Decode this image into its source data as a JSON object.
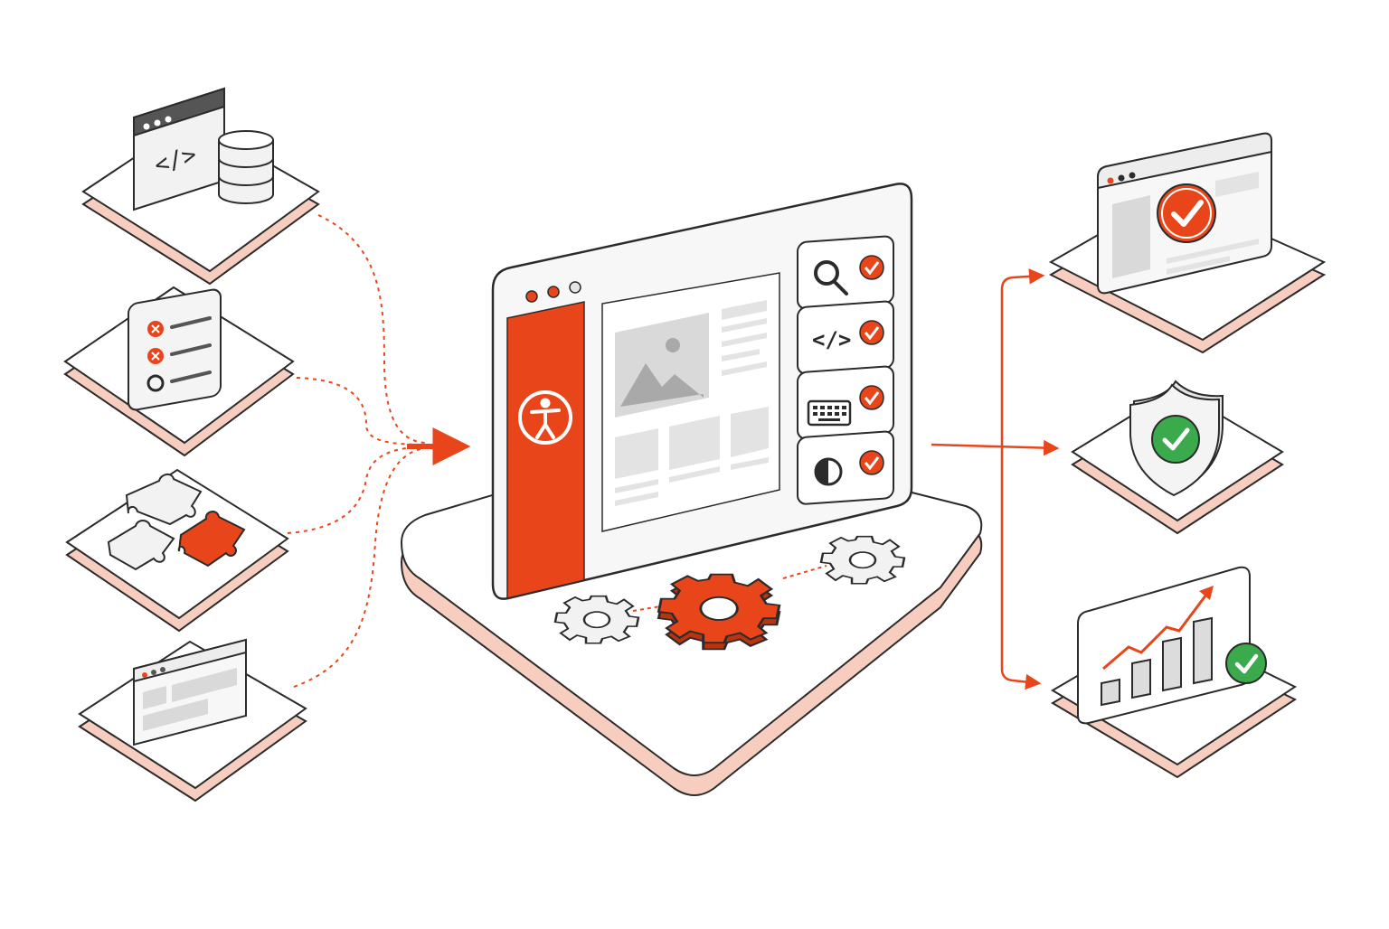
{
  "colors": {
    "accent": "#E8461A",
    "accent_dark": "#B8330F",
    "success": "#3BAA4C",
    "platform_shadow": "#F6CDBE",
    "ink": "#2B2B2B",
    "gray_fill": "#D9D9D9",
    "gray_light": "#EBEBEB"
  },
  "inputs": [
    {
      "name": "code-and-database",
      "icons": [
        "code-window-icon",
        "database-icon"
      ],
      "code_glyph": "</>"
    },
    {
      "name": "audit-checklist",
      "icons": [
        "checklist-icon",
        "fail-x-icon",
        "fail-x-icon",
        "pending-circle-icon"
      ]
    },
    {
      "name": "components",
      "icons": [
        "puzzle-pieces-icon"
      ]
    },
    {
      "name": "page-layout",
      "icons": [
        "layout-window-icon"
      ]
    }
  ],
  "hub": {
    "name": "accessibility-hub",
    "sidebar_icon": "accessibility-person-icon",
    "checks": [
      {
        "icon": "magnifier-icon",
        "status": "passed",
        "glyph": ""
      },
      {
        "icon": "code-icon",
        "status": "passed",
        "glyph": "</>"
      },
      {
        "icon": "keyboard-icon",
        "status": "passed",
        "glyph": ""
      },
      {
        "icon": "contrast-icon",
        "status": "passed",
        "glyph": ""
      }
    ],
    "gears": [
      "gear-small-left-icon",
      "gear-large-center-icon",
      "gear-small-right-icon"
    ]
  },
  "outputs": [
    {
      "name": "compliant-website",
      "icon": "window-check-icon",
      "status": "passed"
    },
    {
      "name": "security-shield",
      "icon": "shield-check-icon",
      "status": "passed"
    },
    {
      "name": "growth-chart",
      "icon": "bar-chart-trend-icon",
      "status": "passed"
    }
  ]
}
